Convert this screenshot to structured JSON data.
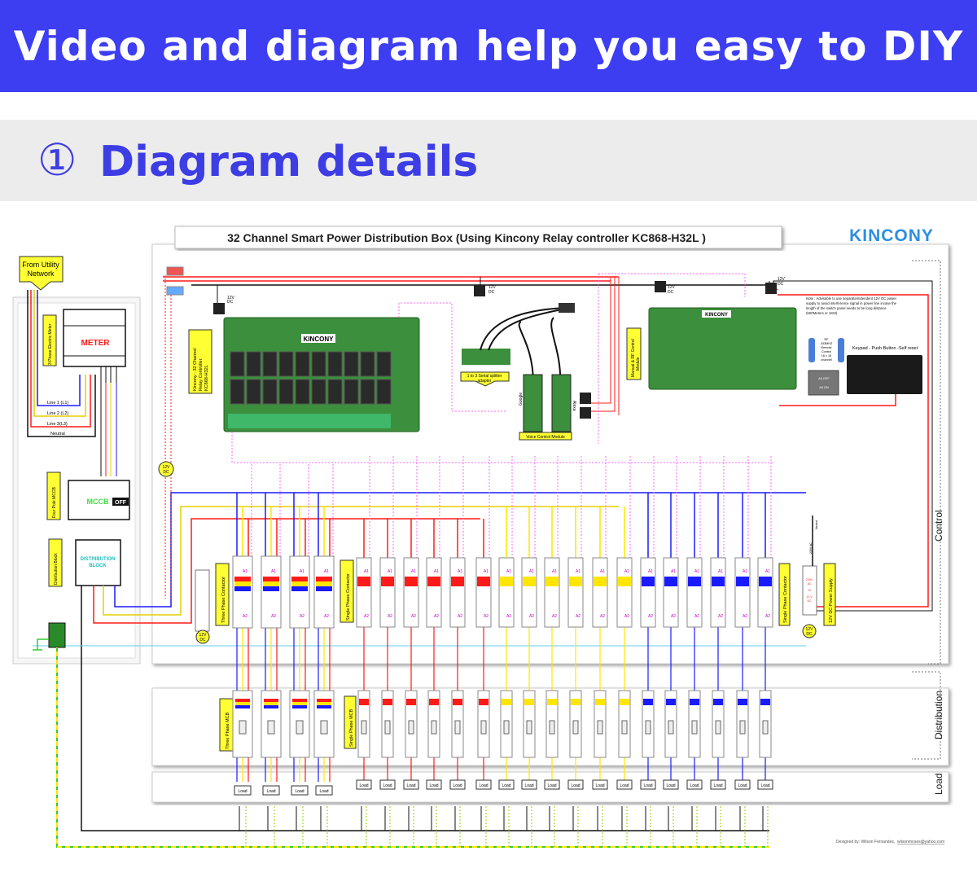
{
  "banner": {
    "title": "Video and diagram help you easy to DIY"
  },
  "section": {
    "number": "①",
    "title": "Diagram details"
  },
  "diagram": {
    "title": "32 Channel Smart Power Distribution Box (Using Kincony Relay controller KC868-H32L )",
    "logo": "KINCONY",
    "utility": [
      "From Utility",
      "Network"
    ],
    "meter_label": "3 Phase Electric Meter",
    "meter_text": "METER",
    "lines": {
      "l1": "Line 1 (L1)",
      "l2": "Line 2 (L2)",
      "l3": "Line 3(L3)",
      "neutral": "Neutral"
    },
    "mccb_label": "Four Pole MCCB",
    "mccb_text": "MCCB",
    "mccb_state": "OFF",
    "dist_label": "Distribution Block",
    "dist_text": [
      "DISTRIBUTION",
      "BLOCK"
    ],
    "relay_label": [
      "Kincony - 32 Channel",
      "Relay Controller",
      "KC868-H32L"
    ],
    "board_brand": "KINCONY",
    "dc_12v": [
      "12V",
      "DC"
    ],
    "splitter_label": [
      "1 to 3 Serial splitter",
      "adapter"
    ],
    "voice_label": "Voice Control Module",
    "google": "Google",
    "alexa": "Alexa",
    "rf_module_label": [
      "Manual & RF Control",
      "Module"
    ],
    "note": [
      "Note : Advisable to use separate/indendent 12V DC power",
      "supply to avoid interference signal in power line incase the",
      "length of the switch panel needs to be long distance",
      "(500Meters or 1KM)"
    ],
    "remote_label": [
      "RF",
      "433MHZ",
      "Remote",
      "Control",
      "16 x 16",
      "channel"
    ],
    "keypad_label": "Keypad - Push Button -Self reset",
    "switch_labels": [
      "All OFF",
      "All ON"
    ],
    "three_phase_contactor": "Three Phase Contactor",
    "single_phase_contactor": "Single Phase Contactor",
    "psu_label": "12V DC Power Supply",
    "psu_text": [
      "230V",
      "AC",
      "To",
      "12 V",
      "DC"
    ],
    "ac_230": "230V AC",
    "neutral_small": "Neutral",
    "coil_a1": "A1",
    "coil_a2": "A2",
    "three_phase_mcb": "Three Phase MCB",
    "single_phase_mcb": "Single Phase MCB",
    "load_text": "Load",
    "side_labels": {
      "control": "Control",
      "distribution": "Distribution",
      "load": "Load"
    },
    "designer": "Designed by: Wilson Fernandes,",
    "designer_email": "wilsonmoses@yahoo.com"
  },
  "colors": {
    "banner": "#3d3df2",
    "accent": "#3d3de6",
    "l1": "#1a1aff",
    "l2": "#ffe600",
    "l3": "#ff1a1a",
    "neutral": "#111111",
    "control": "#ff66ff",
    "earth": "#33cc33",
    "label_bg": "#ffff33"
  }
}
